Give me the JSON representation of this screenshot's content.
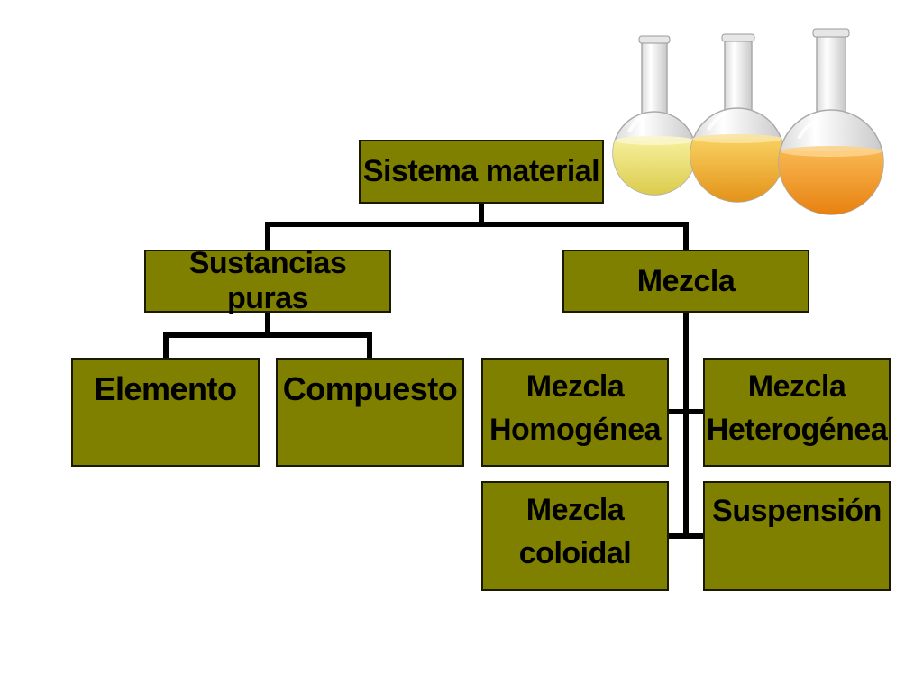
{
  "diagram": {
    "root": "Sistema material",
    "level1": {
      "left": "Sustancias puras",
      "right": "Mezcla"
    },
    "pure": {
      "element": "Elemento",
      "compound": "Compuesto"
    },
    "mixtures": {
      "homogeneous": [
        "Mezcla",
        "Homogénea"
      ],
      "heterogeneous": [
        "Mezcla",
        "Heterogénea"
      ],
      "colloidal": [
        "Mezcla",
        "coloidal"
      ],
      "suspension": "Suspensión"
    }
  },
  "colors": {
    "box_fill": "#7f7f00",
    "connector": "#000000",
    "liquid_1": "#e9e060",
    "liquid_2": "#f0b020",
    "liquid_3": "#f39a14"
  },
  "illustration": "three-round-bottom-flasks"
}
